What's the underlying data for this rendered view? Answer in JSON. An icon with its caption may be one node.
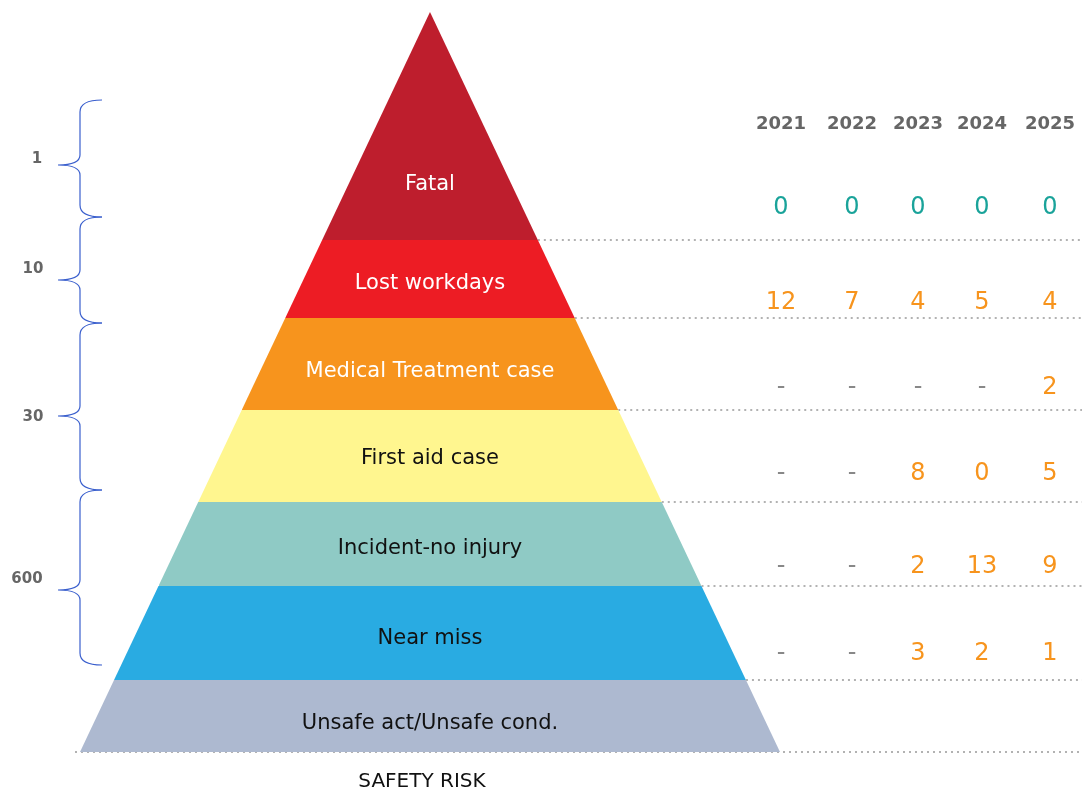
{
  "diagram": {
    "nodes": [
      {
        "text": [
          "Fatal"
        ]
      },
      {
        "text": [
          "Lost workdays"
        ]
      },
      {
        "text": [
          "Medical Treatment case"
        ]
      },
      {
        "text": [
          "First aid case"
        ]
      },
      {
        "text": [
          "Incident-no injury"
        ]
      },
      {
        "text": [
          "Near miss"
        ]
      },
      {
        "text": [
          "Unsafe act/Unsafe cond."
        ]
      }
    ],
    "labels": [
      "2021",
      "2022",
      "2023",
      "2024",
      "2025",
      "1",
      "0",
      "0",
      "0",
      "0",
      "0",
      "10",
      "12",
      "7",
      "4",
      "5",
      "4",
      "-",
      "-",
      "-",
      "-",
      "2",
      "30",
      "-",
      "-",
      "8",
      "0",
      "5",
      "-",
      "-",
      "2",
      "13",
      "9",
      "600",
      "-",
      "-",
      "3",
      "2",
      "1",
      "SAFETY RISK"
    ]
  }
}
